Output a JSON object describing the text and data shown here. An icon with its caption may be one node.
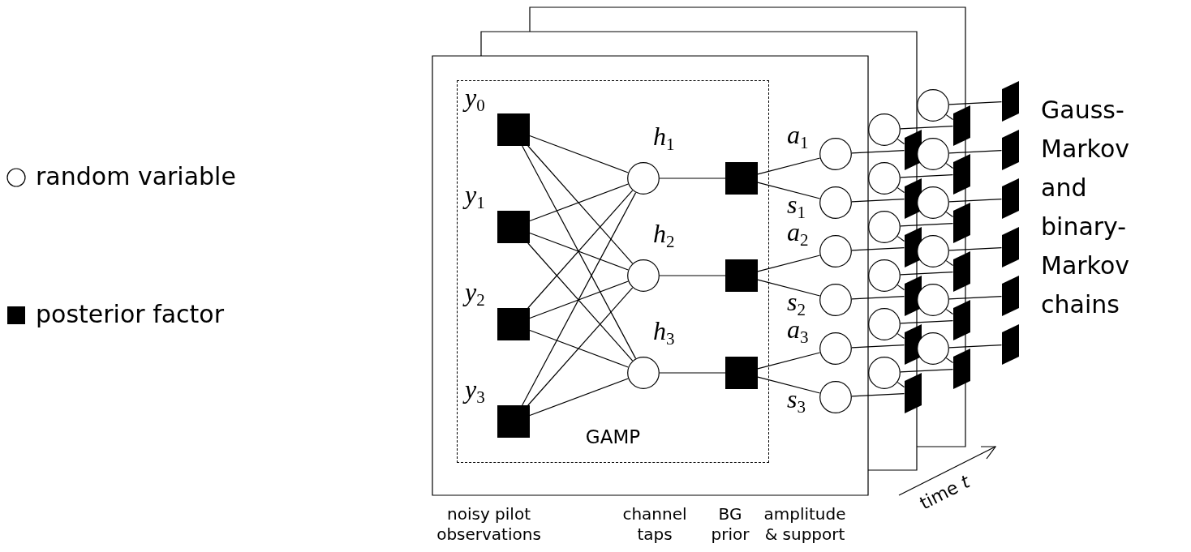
{
  "diagram": {
    "nodes": [
      {
        "text": [
          "GAMP"
        ]
      },
      {
        "text": [],
        "shape": "box",
        "beside": [
          "*y*$_{0}$"
        ],
        "in": 0
      },
      {
        "text": [],
        "shape": "box",
        "beside": [
          "*y*$_{1}$"
        ],
        "in": 0
      },
      {
        "text": [],
        "shape": "box",
        "beside": [
          "*y*$_{2}$"
        ],
        "in": 0
      },
      {
        "text": [],
        "shape": "box",
        "beside": [
          "*y*$_{3}$"
        ],
        "in": 0
      },
      {
        "text": [],
        "shape": "circle",
        "beside": [
          "*h*$_{1}$"
        ],
        "in": 0
      },
      {
        "text": [],
        "shape": "circle",
        "beside": [
          "*h*$_{2}$"
        ],
        "in": 0
      },
      {
        "text": [],
        "shape": "circle",
        "beside": [
          "*h*$_{3}$"
        ],
        "in": 0
      },
      {
        "text": [],
        "shape": "box",
        "in": 0
      },
      {
        "text": [],
        "shape": "box",
        "in": 0
      },
      {
        "text": [],
        "shape": "box",
        "in": 0
      },
      {
        "text": [],
        "shape": "circle",
        "beside": [
          "*a*$_{1}$"
        ]
      },
      {
        "text": [],
        "shape": "circle",
        "beside": [
          "*s*$_{1}$"
        ]
      },
      {
        "text": [],
        "shape": "circle",
        "beside": [
          "*a*$_{2}$"
        ]
      },
      {
        "text": [],
        "shape": "circle",
        "beside": [
          "*s*$_{2}$"
        ]
      },
      {
        "text": [],
        "shape": "circle",
        "beside": [
          "*a*$_{3}$"
        ]
      },
      {
        "text": [],
        "shape": "circle",
        "beside": [
          "*s*$_{3}$"
        ]
      },
      {
        "text": [],
        "shape": "parallelogram"
      },
      {
        "text": [],
        "shape": "parallelogram"
      },
      {
        "text": [],
        "shape": "parallelogram"
      },
      {
        "text": [],
        "shape": "parallelogram"
      },
      {
        "text": [],
        "shape": "parallelogram"
      },
      {
        "text": [],
        "shape": "parallelogram"
      },
      {
        "text": [],
        "shape": "circle"
      },
      {
        "text": [],
        "shape": "circle"
      },
      {
        "text": [],
        "shape": "circle"
      },
      {
        "text": [],
        "shape": "circle"
      },
      {
        "text": [],
        "shape": "circle"
      },
      {
        "text": [],
        "shape": "circle"
      },
      {
        "text": [],
        "shape": "parallelogram"
      },
      {
        "text": [],
        "shape": "parallelogram"
      },
      {
        "text": [],
        "shape": "parallelogram"
      },
      {
        "text": [],
        "shape": "parallelogram"
      },
      {
        "text": [],
        "shape": "parallelogram"
      },
      {
        "text": [],
        "shape": "parallelogram"
      },
      {
        "text": [],
        "shape": "circle"
      },
      {
        "text": [],
        "shape": "circle"
      },
      {
        "text": [],
        "shape": "circle"
      },
      {
        "text": [],
        "shape": "circle"
      },
      {
        "text": [],
        "shape": "circle"
      },
      {
        "text": [],
        "shape": "circle"
      },
      {
        "text": [],
        "shape": "parallelogram"
      },
      {
        "text": [],
        "shape": "parallelogram"
      },
      {
        "text": [],
        "shape": "parallelogram"
      },
      {
        "text": [],
        "shape": "parallelogram"
      },
      {
        "text": [],
        "shape": "parallelogram"
      },
      {
        "text": [],
        "shape": "parallelogram"
      }
    ],
    "edges": [
      {
        "from": 1,
        "to": 5,
        "arrow": "none"
      },
      {
        "from": 1,
        "to": 6,
        "arrow": "none"
      },
      {
        "from": 1,
        "to": 7,
        "arrow": "none"
      },
      {
        "from": 2,
        "to": 5,
        "arrow": "none"
      },
      {
        "from": 2,
        "to": 6,
        "arrow": "none"
      },
      {
        "from": 2,
        "to": 7,
        "arrow": "none"
      },
      {
        "from": 3,
        "to": 5,
        "arrow": "none"
      },
      {
        "from": 3,
        "to": 6,
        "arrow": "none"
      },
      {
        "from": 3,
        "to": 7,
        "arrow": "none"
      },
      {
        "from": 4,
        "to": 5,
        "arrow": "none"
      },
      {
        "from": 4,
        "to": 6,
        "arrow": "none"
      },
      {
        "from": 4,
        "to": 7,
        "arrow": "none"
      },
      {
        "from": 5,
        "to": 8,
        "arrow": "none"
      },
      {
        "from": 6,
        "to": 9,
        "arrow": "none"
      },
      {
        "from": 7,
        "to": 10,
        "arrow": "none"
      },
      {
        "from": 8,
        "to": 11,
        "arrow": "none"
      },
      {
        "from": 8,
        "to": 12,
        "arrow": "none"
      },
      {
        "from": 9,
        "to": 13,
        "arrow": "none"
      },
      {
        "from": 9,
        "to": 14,
        "arrow": "none"
      },
      {
        "from": 10,
        "to": 15,
        "arrow": "none"
      },
      {
        "from": 10,
        "to": 16,
        "arrow": "none"
      },
      {
        "from": 11,
        "to": 17,
        "arrow": "none"
      },
      {
        "from": 12,
        "to": 18,
        "arrow": "none"
      },
      {
        "from": 13,
        "to": 19,
        "arrow": "none"
      },
      {
        "from": 14,
        "to": 20,
        "arrow": "none"
      },
      {
        "from": 15,
        "to": 21,
        "arrow": "none"
      },
      {
        "from": 16,
        "to": 22,
        "arrow": "none"
      },
      {
        "from": 17,
        "to": 23,
        "arrow": "none"
      },
      {
        "from": 18,
        "to": 24,
        "arrow": "none"
      },
      {
        "from": 19,
        "to": 25,
        "arrow": "none"
      },
      {
        "from": 20,
        "to": 26,
        "arrow": "none"
      },
      {
        "from": 21,
        "to": 27,
        "arrow": "none"
      },
      {
        "from": 22,
        "to": 28,
        "arrow": "none"
      },
      {
        "from": 23,
        "to": 29,
        "arrow": "none"
      },
      {
        "from": 24,
        "to": 30,
        "arrow": "none"
      },
      {
        "from": 25,
        "to": 31,
        "arrow": "none"
      },
      {
        "from": 26,
        "to": 32,
        "arrow": "none"
      },
      {
        "from": 27,
        "to": 33,
        "arrow": "none"
      },
      {
        "from": 28,
        "to": 34,
        "arrow": "none"
      },
      {
        "from": 29,
        "to": 35,
        "arrow": "none"
      },
      {
        "from": 30,
        "to": 36,
        "arrow": "none"
      },
      {
        "from": 31,
        "to": 37,
        "arrow": "none"
      },
      {
        "from": 32,
        "to": 38,
        "arrow": "none"
      },
      {
        "from": 33,
        "to": 39,
        "arrow": "none"
      },
      {
        "from": 34,
        "to": 40,
        "arrow": "none"
      },
      {
        "from": 35,
        "to": 41,
        "arrow": "none"
      },
      {
        "from": 36,
        "to": 42,
        "arrow": "none"
      },
      {
        "from": 37,
        "to": 43,
        "arrow": "none"
      },
      {
        "from": 38,
        "to": 44,
        "arrow": "none"
      },
      {
        "from": 39,
        "to": 45,
        "arrow": "none"
      },
      {
        "from": 40,
        "to": 46,
        "arrow": "none"
      }
    ],
    "labels": [
      "Gauss-Markov and binary-Markov chains",
      "noisy pilot observations",
      "channel taps",
      "BG prior",
      "amplitude & support",
      "time *t*"
    ],
    "legend": [
      {
        "text": "random variable"
      },
      {
        "text": "posterior factor",
        "color": "#000000"
      }
    ]
  }
}
